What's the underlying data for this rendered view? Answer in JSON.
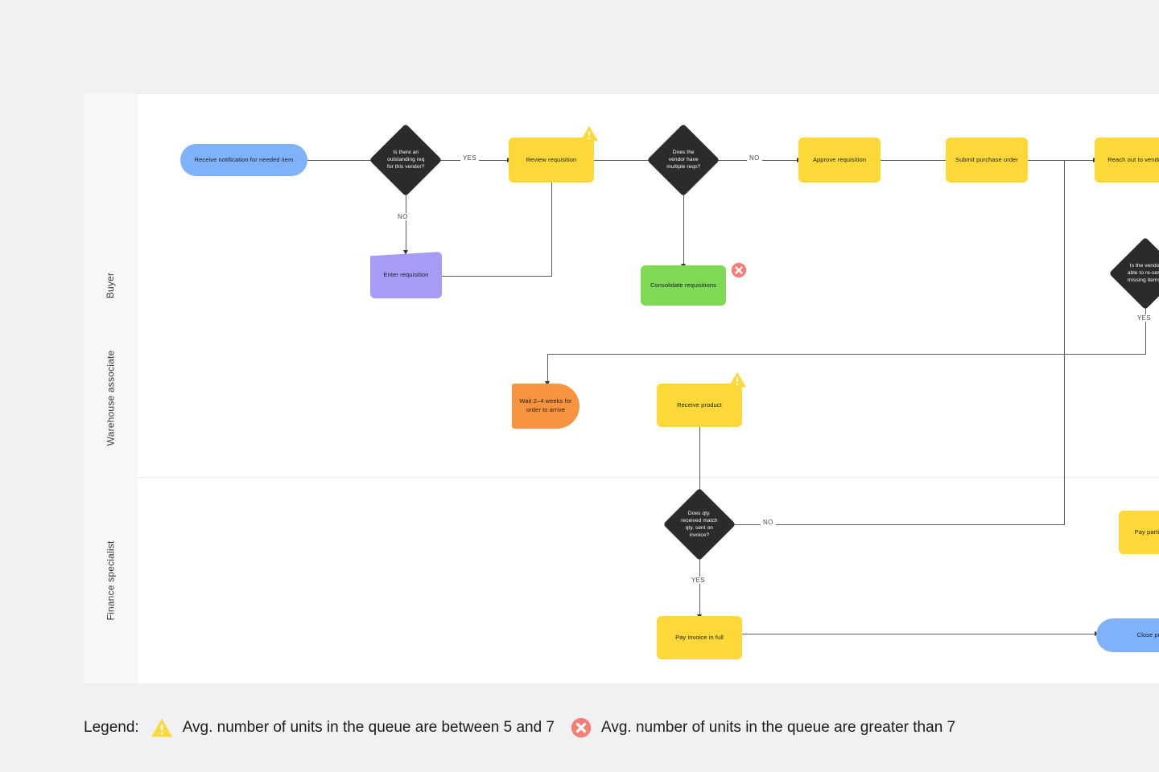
{
  "canvas": {
    "lanes": [
      {
        "id": "buyer",
        "label": "Buyer"
      },
      {
        "id": "warehouse",
        "label": "Warehouse associate"
      },
      {
        "id": "finance",
        "label": "Finance specialist"
      }
    ]
  },
  "nodes": {
    "receive_notification": "Receive notification for needed item",
    "outstanding_req_decision": "Is there an outstanding req for this vendor?",
    "enter_requisition": "Enter requisition",
    "review_requisition": "Review requisition",
    "multiple_reqs_decision": "Does the vendor have multiple reqs?",
    "consolidate_requisitions": "Consolidate requisitions",
    "approve_requisition": "Approve requisition",
    "submit_purchase_order": "Submit purchase order",
    "reach_out_to_vendor": "Reach out to vendor",
    "vendor_resend_decision": "Is the vendor able to re-send missing items?",
    "wait_for_order": "Wait 2–4 weeks for order to arrive",
    "receive_product": "Receive product",
    "qty_match_decision": "Does qty. received match qty. sent on invoice?",
    "pay_invoice_in_full": "Pay invoice in full",
    "pay_partial_invoice": "Pay partial invoice",
    "close_process": "Close process"
  },
  "edge_labels": {
    "yes_outstanding": "YES",
    "no_outstanding": "NO",
    "no_multiple": "NO",
    "yes_resend": "YES",
    "no_qty_match": "NO",
    "yes_qty_match": "YES"
  },
  "badges": {
    "warning_icon": "warning-triangle-icon",
    "error_icon": "error-circle-icon"
  },
  "legend": {
    "title": "Legend:",
    "warning_icon": "warning-triangle-icon",
    "warning_text": "Avg. number of units in the queue are between 5 and 7",
    "error_icon": "error-circle-icon",
    "error_text": "Avg. number of units in the queue are greater than 7"
  },
  "colors": {
    "terminator": "#7FB2FA",
    "process": "#FCD938",
    "process_alt": "#7ED957",
    "delay": "#F8943F",
    "manual": "#A69BF5",
    "decision": "#2B2B2B",
    "warning": "#FBD93D",
    "error": "#F57F78",
    "page_background": "#F0F1F2",
    "canvas_background": "#FFFFFF",
    "lane_header_background": "#F7F7F7"
  }
}
